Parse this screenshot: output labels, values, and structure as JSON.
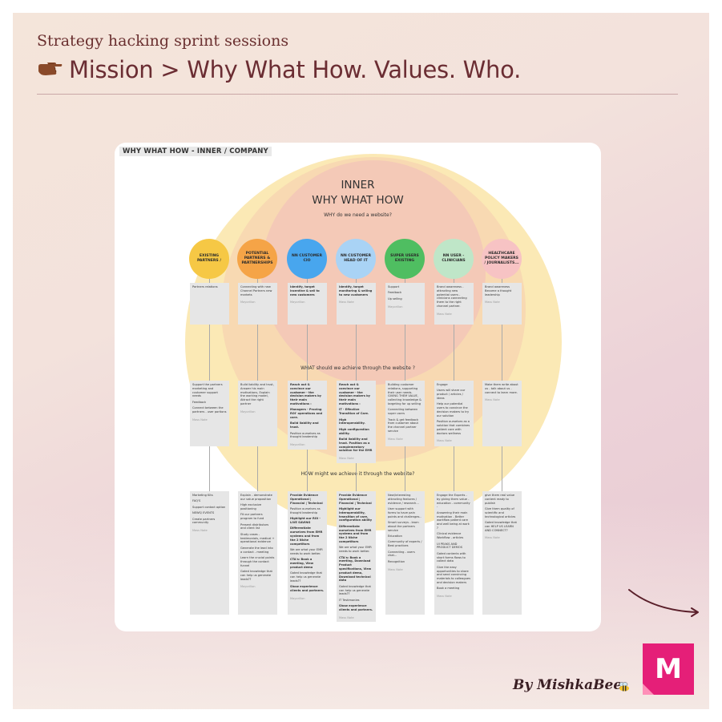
{
  "header": {
    "subtitle": "Strategy hacking sprint sessions",
    "title_icon": "pointing-hand-icon",
    "title": "Mission > Why What How. Values. Who."
  },
  "board": {
    "label": "WHY WHAT HOW - INNER / COMPANY",
    "inner_title_line1": "INNER",
    "inner_title_line2": "WHY WHAT HOW",
    "why_question": "WHY do we need a website?",
    "what_question": "WHAT  should we achieve through the website ?",
    "how_question": "HOW might we achieve it through the website?"
  },
  "colors": {
    "outer_circle": "#fbe9b5",
    "middle_circle": "#f8d9b2",
    "inner_circle": "#f4c9b7",
    "accent": "#e51f78",
    "title": "#6b2d33"
  },
  "columns": [
    {
      "label": "EXISTING PARTNERS /",
      "color": "#f6c845",
      "why": [
        [
          "Partners relations",
          false
        ]
      ],
      "why_tag": "",
      "what": [
        [
          "Support the partners marketing and customer support needs",
          false
        ],
        [
          "Feedback",
          false
        ],
        [
          "Connect between the partners - user portions",
          false
        ]
      ],
      "what_tag": "Mass Note",
      "how": [
        [
          "Marketing Kits",
          false
        ],
        [
          "FAQ'S",
          false
        ],
        [
          "Support contact option",
          false
        ],
        [
          "NEWS/ EVENTS",
          false
        ],
        [
          "Create partners community",
          false
        ]
      ],
      "how_tag": "Mass Note"
    },
    {
      "label": "POTENTIAL PARTNERS & PARTNERSHIPS",
      "color": "#f5a447",
      "why": [
        [
          "Connecting with new Channel Partners new markets",
          false
        ]
      ],
      "why_tag": "Mayorillon",
      "what": [
        [
          "Build liability and trust, Answer his main motivations, Explain the working model, Attract the right partner",
          false
        ]
      ],
      "what_tag": "Mayorillon",
      "how": [
        [
          "Explain - demonstrate our value proposition",
          false
        ],
        [
          "High exclusive positioning",
          false
        ],
        [
          "Fit our partners program to fund",
          false
        ],
        [
          "Present distributors and client list",
          false
        ],
        [
          "Study cases - testimonials, medical + operational evidence",
          false
        ],
        [
          "Generate the lead into a contact - meeting",
          false
        ],
        [
          "Learn the crucial points through the contact funnel",
          false
        ],
        [
          "Gated knowledge that can help us generate leads??",
          false
        ]
      ],
      "how_tag": "Mayorillon"
    },
    {
      "label": "NN CUSTOMER CIO",
      "color": "#48a6ee",
      "why": [
        [
          "Identify, target incentive & sell to new customers",
          true
        ]
      ],
      "why_tag": "Mayorillon",
      "what": [
        [
          "Reach out  & convince our customer - the decision makers by their main motivations :",
          true
        ],
        [
          "Managers - Proving ROI' operations and care.",
          true
        ],
        [
          "Build liability and trust.",
          true
        ],
        [
          "Position ourselves as thought leadership",
          false
        ]
      ],
      "what_tag": "Mayorillon",
      "how": [
        [
          "Provide Evidence Operational | Financial | Technical",
          true
        ],
        [
          "Position ourselves as thought leadership",
          false
        ],
        [
          "Highlight our ROI - LIVE SAVING",
          true
        ],
        [
          "Differentiate ourselves from EMR systems and from the 2 Niche competitors",
          true
        ],
        [
          "We are what your EMR needs to work better.",
          false
        ],
        [
          "CTA's: Book a meeting, View product demo",
          true
        ],
        [
          "Gated knowledge that can help us generate leads??",
          false
        ],
        [
          "Show experience clients and partners.",
          true
        ]
      ],
      "how_tag": "Mayorillon"
    },
    {
      "label": "NN CUSTOMER HEAD OF IT",
      "color": "#a9d3f5",
      "why": [
        [
          "Identify, target monitoring & selling to new customers",
          true
        ]
      ],
      "why_tag": "Mass Note",
      "what": [
        [
          "Reach out  & convince our customer - the decision makers by their main motivations :",
          true
        ],
        [
          "IT - Effective Transition of Care.",
          true
        ],
        [
          "High Interoperability.",
          true
        ],
        [
          "High configuration ability.",
          true
        ],
        [
          "Build liability and trust. Position as a complementary solution for the EMR",
          true
        ]
      ],
      "what_tag": "Mass Note",
      "how": [
        [
          "Provide Evidence Operational | Financial | Technical",
          true
        ],
        [
          "Highlight our interoperability, transition of care, configuration ability",
          true
        ],
        [
          "Differentiate ourselves from EMR systems and from the 2 Niche competitors",
          true
        ],
        [
          "We are what your EMR needs to work better.",
          false
        ],
        [
          "CTA's: Book a meeting, Download Product specifications, View product demo, Download technical data",
          true
        ],
        [
          "Gated knowledge that can help us generate leads??",
          false
        ],
        [
          "IT Testimonies",
          false
        ],
        [
          "Show experience clients and partners.",
          true
        ]
      ],
      "how_tag": "Mass Note"
    },
    {
      "label": "SUPER USERS EXISTING",
      "color": "#4fbe61",
      "why": [
        [
          "Support",
          false
        ],
        [
          "Feedback",
          false
        ],
        [
          "Up selling",
          false
        ]
      ],
      "why_tag": "Mayorillon",
      "what": [
        [
          "Building customer relations, supporting their user needs. GIVING THEM VALUE, collecting knowledge & targeting for up selling",
          false
        ],
        [
          "Connecting between super users",
          false
        ],
        [
          "Track & get feedback from customer about the channel partner service",
          false
        ]
      ],
      "what_tag": "Mass Note",
      "how": [
        [
          "New/interesting attracting features / evidence / research...",
          false
        ],
        [
          "User support with forms to have pain points and challenges..",
          false
        ],
        [
          "Smart surveys - learn about the partners service",
          false
        ],
        [
          "Education",
          false
        ],
        [
          "Community of experts / Best practices",
          false
        ],
        [
          "Connecting - users chat...",
          false
        ],
        [
          "Recognition",
          false
        ]
      ],
      "how_tag": "Mass Note"
    },
    {
      "label": "NN USER - CLINICIANS",
      "color": "#bfe6c8",
      "why": [
        [
          "Brand awareness - attracting new potential users - clinicians connecting them to the right channel partner.",
          false
        ]
      ],
      "why_tag": "Mass Note",
      "what": [
        [
          "Engage",
          false
        ],
        [
          "Users will share our product / articles / ideas",
          false
        ],
        [
          "Help our potential users to convince the decision makers to try our solution",
          false
        ],
        [
          "Position ourselves as a solution that combines patient care with doctors wellness",
          false
        ]
      ],
      "what_tag": "Mass Note",
      "how": [
        [
          "Engage the Experts - by giving them value - education - community -",
          false
        ],
        [
          "Answering their main motivation - Better workflow patient care and well being at work ?",
          false
        ],
        [
          "Clinical evidence Workflow - articles",
          false
        ],
        [
          "UI PEAKS AND PRODUCT DEMOS",
          false
        ],
        [
          "Gated contents with short forms flows to collect data",
          false
        ],
        [
          "Give the easy opportunities to share and send convincing materials to colleagues and decision makers",
          false
        ],
        [
          "Book a meeting",
          false
        ]
      ],
      "how_tag": "Mass Note"
    },
    {
      "label": "HEALTHCARE POLICY MAKERS / JOURNALISTS...",
      "color": "#f7c3c4",
      "why": [
        [
          "Brand awareness Become a thought leadership",
          false
        ]
      ],
      "why_tag": "Mass Note",
      "what": [
        [
          "Make them write about us - talk about us - connect to learn more.",
          false
        ]
      ],
      "what_tag": "Mass Note",
      "how": [
        [
          "give them real value content ready to publish",
          false
        ],
        [
          "Give them quality of scientific and technological articles",
          false
        ],
        [
          "Gated knowledge that can HELP US LEARN AND CONNECT?",
          false
        ]
      ],
      "how_tag": "Mass Note"
    }
  ],
  "footer": {
    "byline": "By MishkaBee",
    "bee_icon": "bee-icon",
    "arrow_icon": "curved-arrow-right-icon",
    "logo_letter": "M"
  }
}
